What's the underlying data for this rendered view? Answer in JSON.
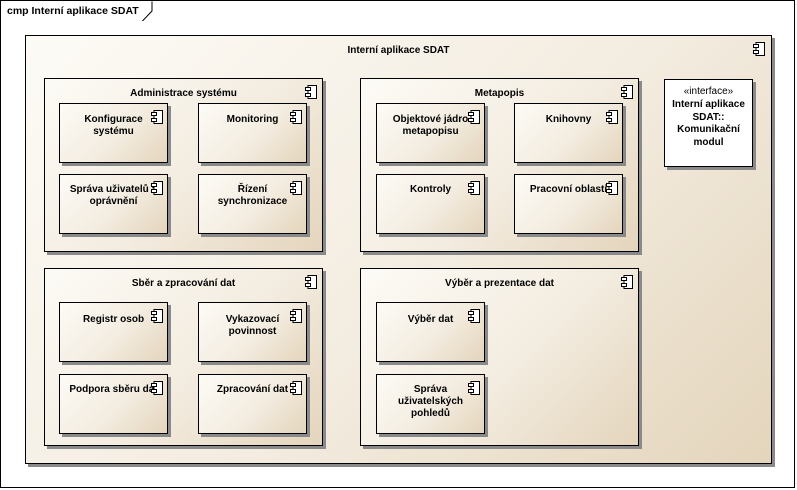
{
  "frame": {
    "label": "cmp Interní aplikace SDAT"
  },
  "root": {
    "title": "Interní aplikace SDAT",
    "icon": "component-icon"
  },
  "packages": [
    {
      "title": "Administrace systému",
      "components": [
        "Konfigurace\nsystému",
        "Monitoring",
        "Správa uživatelů a\noprávnění",
        "Řízení\nsynchronizace"
      ]
    },
    {
      "title": "Metapopis",
      "components": [
        "Objektové jádro\nmetapopisu",
        "Knihovny",
        "Kontroly",
        "Pracovní oblasti"
      ]
    },
    {
      "title": "Sběr a zpracování dat",
      "components": [
        "Registr osob",
        "Vykazovací\npovinnost",
        "Podpora sběru dat",
        "Zpracování dat"
      ]
    },
    {
      "title": "Výběr a prezentace dat",
      "components": [
        "Výběr dat",
        "Správa\nuživatelských\npohledů"
      ]
    }
  ],
  "interface": {
    "stereotype": "«interface»",
    "name": "Interní aplikace\nSDAT::\nKomunikační\nmodul"
  },
  "colors": {
    "fill_light": "#fdfbf6",
    "fill_dark": "#e4d5bc",
    "shadow": "#8a8a8a",
    "border": "#000000"
  }
}
